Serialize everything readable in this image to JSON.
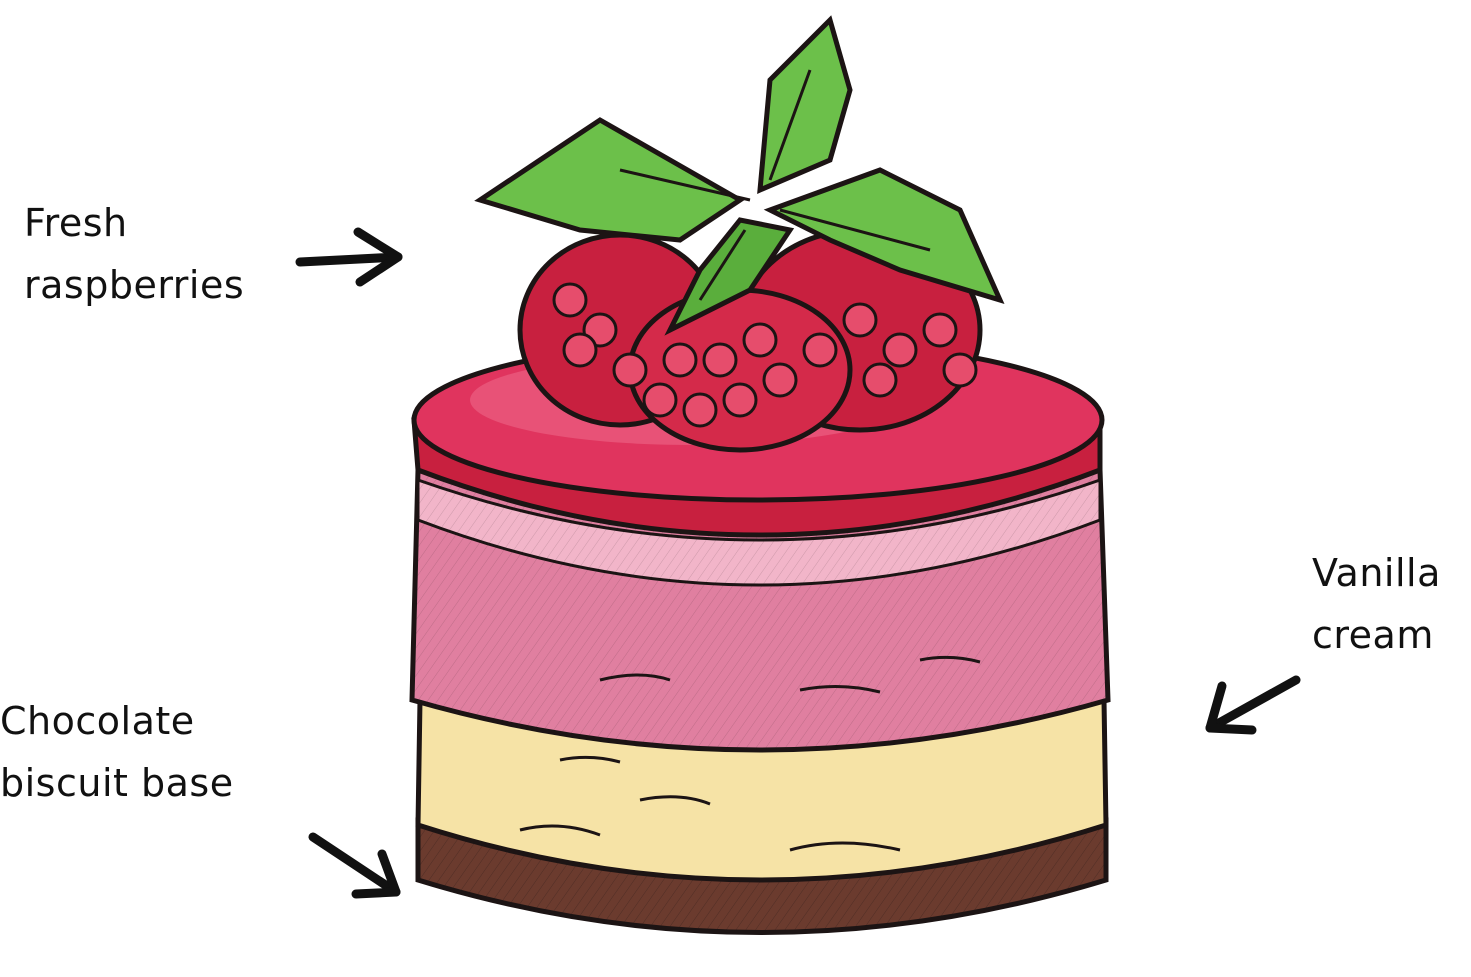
{
  "labels": {
    "raspberries": {
      "line1": "Fresh",
      "line2": "raspberries"
    },
    "vanilla": {
      "line1": "Vanilla",
      "line2": "cream"
    },
    "chocolate": {
      "line1": "Chocolate",
      "line2": "biscuit base"
    }
  },
  "colors": {
    "glaze": "#e0345e",
    "mousse": "#e07fa0",
    "mousse_light": "#f2b5c9",
    "vanilla": "#f6e3a6",
    "chocolate": "#6b3b2e",
    "raspberry": "#c8203f",
    "leaf": "#6cc04a",
    "outline": "#1c1414"
  }
}
